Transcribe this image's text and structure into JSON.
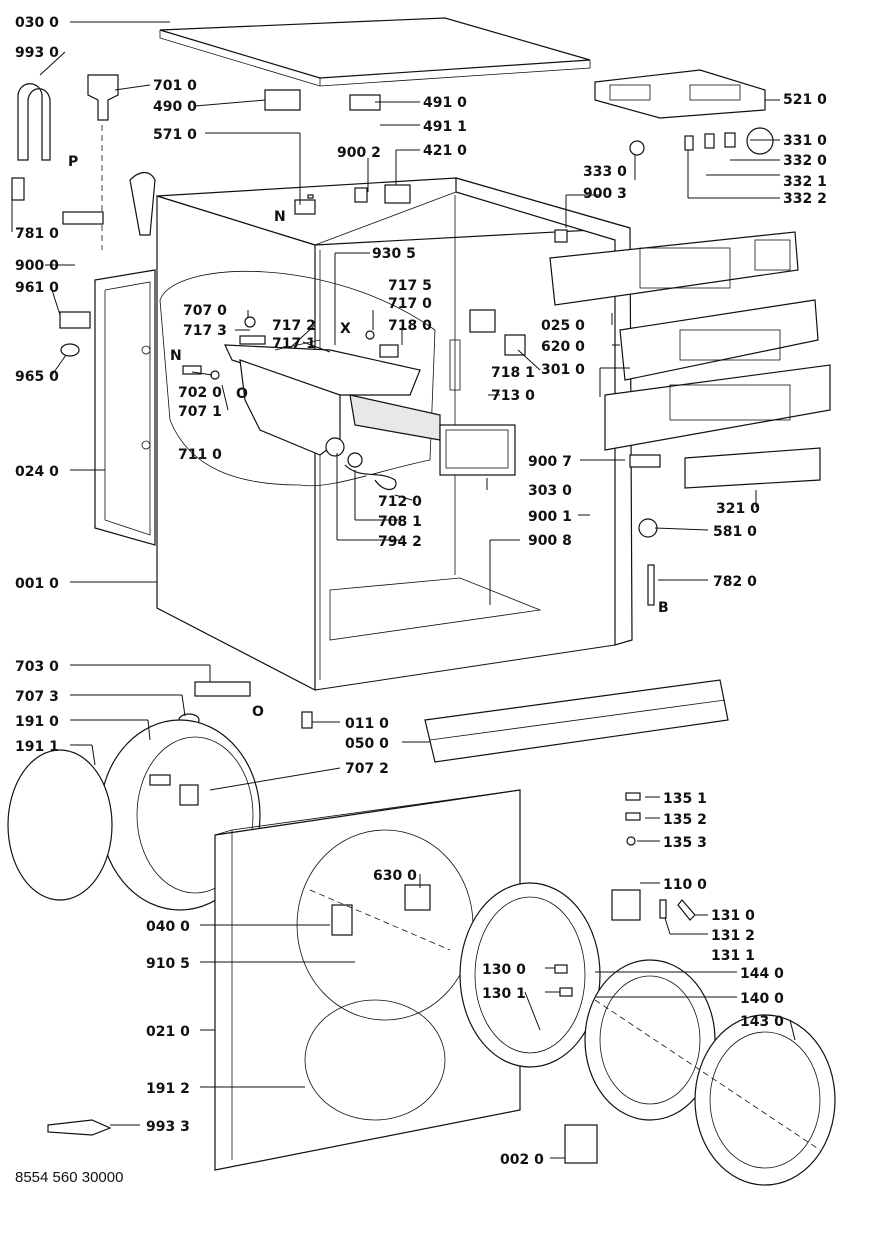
{
  "document_number": "8554 560 30000",
  "letters": {
    "N1": "N",
    "P": "P",
    "N2": "N",
    "X": "X",
    "B": "B",
    "O1": "O",
    "O2": "O"
  },
  "parts": {
    "p0300": "030 0",
    "p9930": "993 0",
    "p7010": "701 0",
    "p4900": "490 0",
    "p4910": "491 0",
    "p4911": "491 1",
    "p5710": "571 0",
    "p9002": "900 2",
    "p4210": "421 0",
    "p5210": "521 0",
    "p3310": "331 0",
    "p3320": "332 0",
    "p3330": "333 0",
    "p3321": "332 1",
    "p9003": "900 3",
    "p3322": "332 2",
    "p7810": "781 0",
    "p9000": "900 0",
    "p9305": "930 5",
    "p9610": "961 0",
    "p7175": "717 5",
    "p7170": "717 0",
    "p7070": "707 0",
    "p7172": "717 2",
    "p7180": "718 0",
    "p7173": "717 3",
    "p7171": "717 1",
    "p0250": "025 0",
    "p9650": "965 0",
    "p6200": "620 0",
    "p3010": "301 0",
    "p7020": "702 0",
    "p7181": "718 1",
    "p7130": "713 0",
    "p7071": "707 1",
    "p7110": "711 0",
    "p0240": "024 0",
    "p9007": "900 7",
    "p3030": "303 0",
    "p7120": "712 0",
    "p3210": "321 0",
    "p7081": "708 1",
    "p9001": "900 1",
    "p5810": "581 0",
    "p7942": "794 2",
    "p9008": "900 8",
    "p0010": "001 0",
    "p7820": "782 0",
    "p7030": "703 0",
    "p7073": "707 3",
    "p1910": "191 0",
    "p0110": "011 0",
    "p0500": "050 0",
    "p1911": "191 1",
    "p7072": "707 2",
    "p1351": "135 1",
    "p1352": "135 2",
    "p1353": "135 3",
    "p6300": "630 0",
    "p1100": "110 0",
    "p0400": "040 0",
    "p1310": "131 0",
    "p1312": "131 2",
    "p1311": "131 1",
    "p9105": "910 5",
    "p1300": "130 0",
    "p1440": "144 0",
    "p1301": "130 1",
    "p1400": "140 0",
    "p0210": "021 0",
    "p1430": "143 0",
    "p1912": "191 2",
    "p9933": "993 3",
    "p0020": "002 0"
  }
}
